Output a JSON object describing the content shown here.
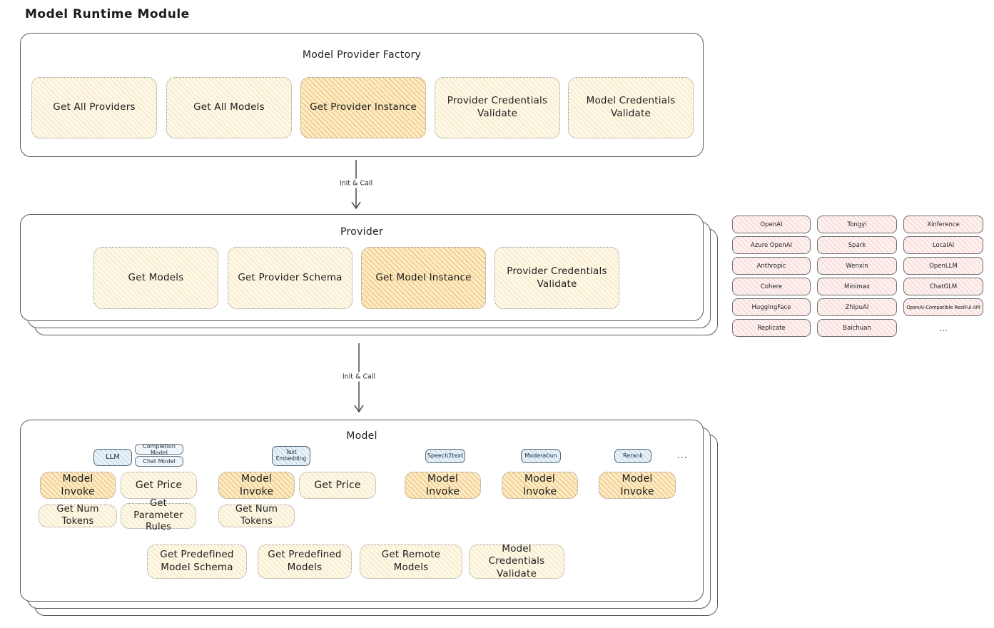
{
  "page_title": "Model Runtime Module",
  "factory": {
    "title": "Model Provider Factory",
    "buttons": [
      {
        "label": "Get All Providers",
        "highlighted": false
      },
      {
        "label": "Get All Models",
        "highlighted": false
      },
      {
        "label": "Get Provider Instance",
        "highlighted": true
      },
      {
        "label": "Provider Credentials Validate",
        "highlighted": false
      },
      {
        "label": "Model Credentials Validate",
        "highlighted": false
      }
    ]
  },
  "arrow1": {
    "label": "Init & Call"
  },
  "provider": {
    "title": "Provider",
    "buttons": [
      {
        "label": "Get Models",
        "highlighted": false
      },
      {
        "label": "Get Provider Schema",
        "highlighted": false
      },
      {
        "label": "Get Model Instance",
        "highlighted": true
      },
      {
        "label": "Provider Credentials Validate",
        "highlighted": false
      }
    ]
  },
  "providers_grid": {
    "rows": [
      [
        "OpenAI",
        "Tongyi",
        "Xinference"
      ],
      [
        "Azure OpenAI",
        "Spark",
        "LocalAI"
      ],
      [
        "Anthropic",
        "Wenxin",
        "OpenLLM"
      ],
      [
        "Cohere",
        "Minimax",
        "ChatGLM"
      ],
      [
        "HuggingFace",
        "ZhipuAI",
        "OpenAI-Compatible RestFul API"
      ],
      [
        "Replicate",
        "Baichuan",
        "..."
      ]
    ]
  },
  "arrow2": {
    "label": "Init & Call"
  },
  "model": {
    "title": "Model",
    "tabs": {
      "llm": "LLM",
      "completion_model": "Completion Model",
      "chat_model": "Chat Model",
      "text_embedding": "Text Embedding",
      "speech2text": "Speech2text",
      "moderation": "Moderation",
      "rerank": "Rerank",
      "more": "..."
    },
    "buttons": {
      "llm_model_invoke": "Model Invoke",
      "llm_get_price": "Get Price",
      "llm_get_num_tokens": "Get Num Tokens",
      "llm_get_parameter_rules": "Get Parameter Rules",
      "te_model_invoke": "Model Invoke",
      "te_get_price": "Get Price",
      "te_get_num_tokens": "Get Num Tokens",
      "s2t_model_invoke": "Model Invoke",
      "mod_model_invoke": "Model Invoke",
      "rerank_model_invoke": "Model Invoke",
      "get_predefined_model_schema": "Get Predefined Model Schema",
      "get_predefined_models": "Get Predefined Models",
      "get_remote_models": "Get Remote Models",
      "model_credentials_validate": "Model Credentials Validate"
    }
  }
}
